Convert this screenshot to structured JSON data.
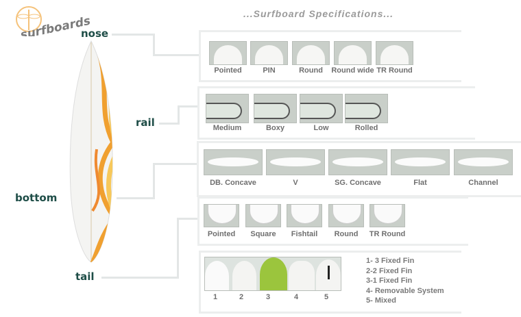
{
  "logo": {
    "text": "surfboards"
  },
  "title": "...Surfboard Specifications...",
  "parts": {
    "nose": "nose",
    "rail": "rail",
    "bottom": "bottom",
    "tail": "tail"
  },
  "nose": [
    "Pointed",
    "PIN",
    "Round",
    "Round wide",
    "TR Round"
  ],
  "rail": [
    "Medium",
    "Boxy",
    "Low",
    "Rolled"
  ],
  "bottom": [
    "DB. Concave",
    "V",
    "SG. Concave",
    "Flat",
    "Channel"
  ],
  "tail": [
    "Pointed",
    "Square",
    "Fishtail",
    "Round",
    "TR Round"
  ],
  "fins": {
    "numbers": [
      "1",
      "2",
      "3",
      "4",
      "5"
    ],
    "list": [
      "1- 3 Fixed Fin",
      "2-2 Fixed Fin",
      "3-1 Fixed Fin",
      "4- Removable System",
      "5- Mixed"
    ]
  },
  "colors": {
    "accent": "#1e4d47",
    "orange": "#f0a030"
  }
}
